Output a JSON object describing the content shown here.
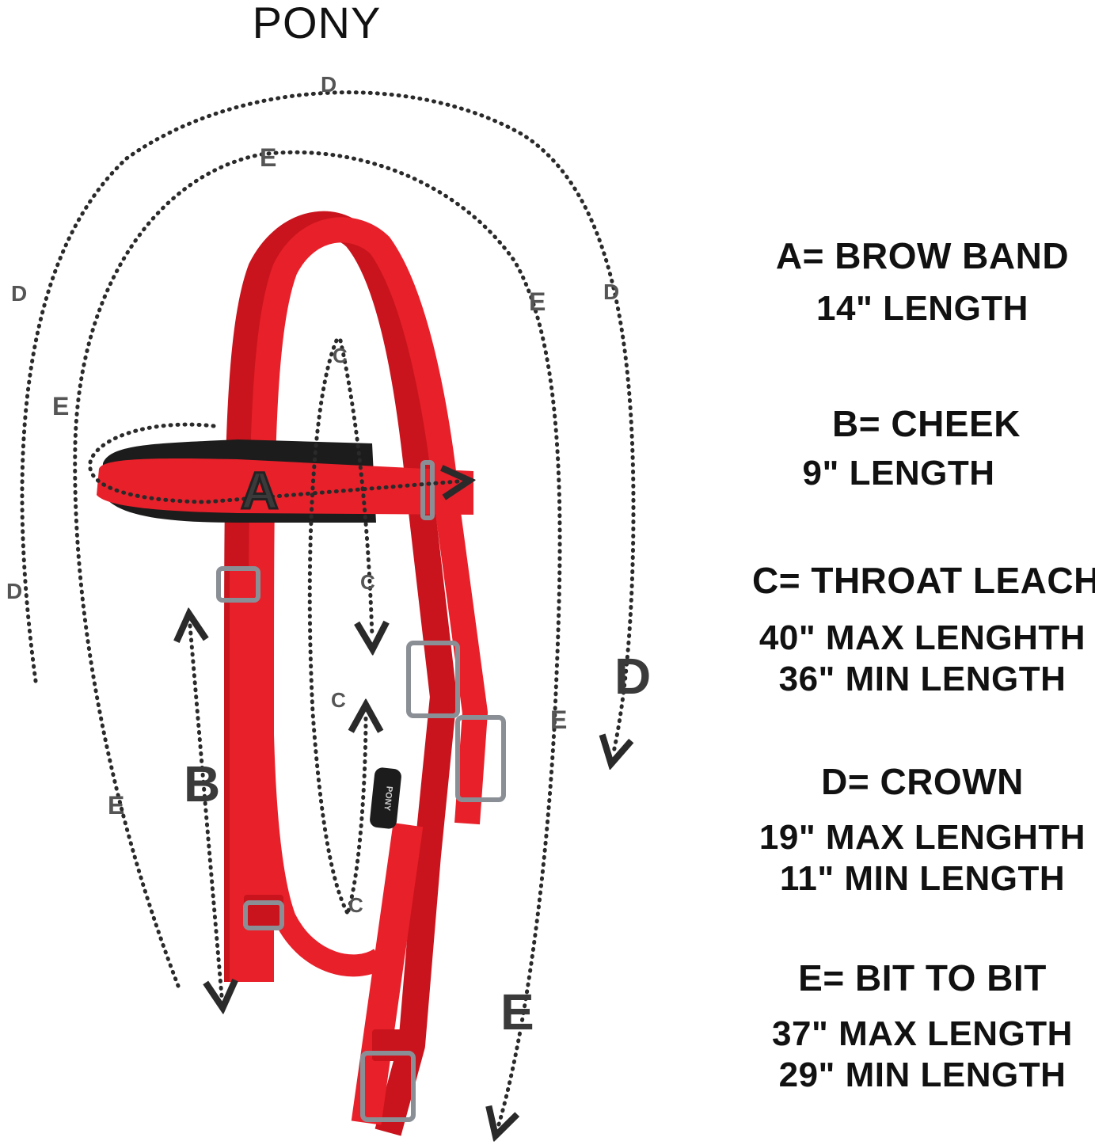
{
  "title": "PONY",
  "colors": {
    "strap": "#e8202a",
    "strap_dark": "#b5121b",
    "padding": "#1c1c1c",
    "buckle": "#8a8f96",
    "dots": "#2a2a2a"
  },
  "keeper_text": "PONY",
  "diagram_labels": {
    "A": "A",
    "B": "B",
    "C": "C",
    "D": "D",
    "E": "E",
    "c": "C"
  },
  "specs": [
    {
      "head": "A= BROW BAND",
      "lines": [
        "14\" LENGTH"
      ]
    },
    {
      "head": "B= CHEEK",
      "lines": [
        "9\" LENGTH"
      ]
    },
    {
      "head": "C= THROAT LEACH",
      "lines": [
        "40\" MAX LENGHTH",
        "36\" MIN LENGTH"
      ]
    },
    {
      "head": "D= CROWN",
      "lines": [
        "19\" MAX LENGHTH",
        "11\" MIN LENGTH"
      ]
    },
    {
      "head": "E= BIT TO BIT",
      "lines": [
        "37\" MAX LENGTH",
        "29\" MIN LENGTH"
      ]
    }
  ]
}
